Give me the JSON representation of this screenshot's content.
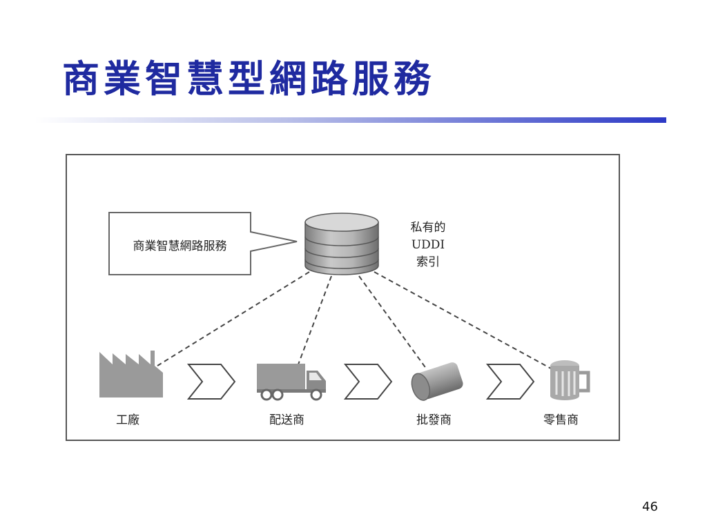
{
  "slide": {
    "title": "商業智慧型網路服務",
    "page_number": "46"
  },
  "diagram": {
    "callout_text": "商業智慧網路服務",
    "uddi_label_lines": [
      "私有的",
      "UDDI",
      "索引"
    ],
    "nodes": [
      {
        "id": "factory",
        "label": "工廠",
        "icon": "factory-icon"
      },
      {
        "id": "distributor",
        "label": "配送商",
        "icon": "truck-icon"
      },
      {
        "id": "wholesaler",
        "label": "批發商",
        "icon": "barrel-icon"
      },
      {
        "id": "retailer",
        "label": "零售商",
        "icon": "beer-mug-icon"
      }
    ],
    "colors": {
      "title": "#1f2aa0",
      "icon_fill": "#9a9a9a",
      "line": "#444444"
    }
  }
}
